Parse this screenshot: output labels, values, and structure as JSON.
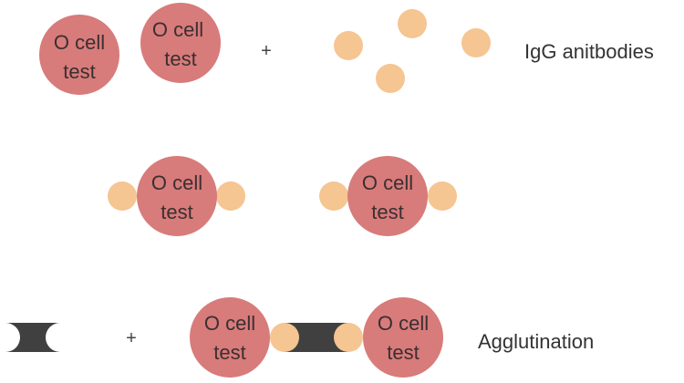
{
  "colors": {
    "cell": "#d87b7b",
    "antibody": "#f5c592",
    "antiglobulin": "#404040",
    "text": "#3a2f30"
  },
  "cell": {
    "line1": "O cell",
    "line2": "test"
  },
  "plus": "+",
  "labels": {
    "igg": "IgG anitbodies",
    "agglutination": "Agglutination"
  }
}
